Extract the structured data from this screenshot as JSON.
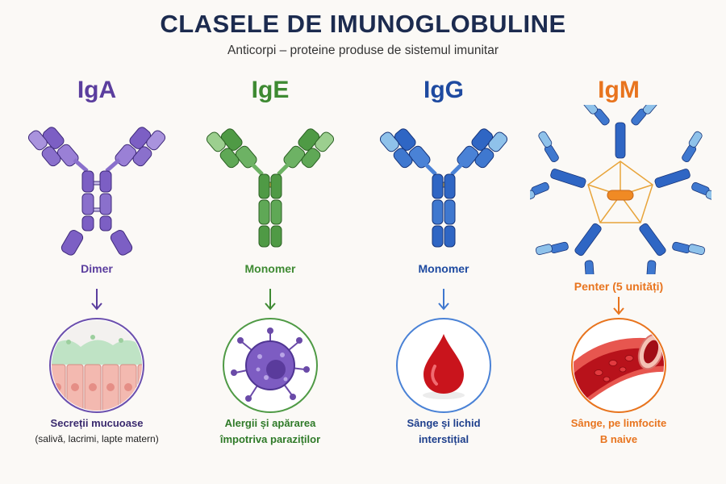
{
  "title": "CLASELE DE IMUNOGLOBULINE",
  "subtitle": "Anticorpi – proteine produse de sistemul imunitar",
  "classes": [
    {
      "name": "IgA",
      "structure": "Dimer",
      "description_main": "Secreții mucuoase",
      "description_sub": "(salivă, lacrimi, lapte matern)",
      "color": "#5b3e9e",
      "icon": "mucosal-epithelium-icon"
    },
    {
      "name": "IgE",
      "structure": "Monomer",
      "description_main": "Alergii și apărarea",
      "description_sub": "împotriva paraziților",
      "color": "#3e8a32",
      "icon": "parasite-icon"
    },
    {
      "name": "IgG",
      "structure": "Monomer",
      "description_main": "Sânge și lichid",
      "description_sub": "interstițial",
      "color": "#1e4aa0",
      "icon": "blood-drop-icon"
    },
    {
      "name": "IgM",
      "structure": "Penter (5 unități)",
      "description_main": "Sânge, pe limfocite",
      "description_sub": "B naive",
      "color": "#e8741e",
      "icon": "blood-vessel-icon"
    }
  ]
}
